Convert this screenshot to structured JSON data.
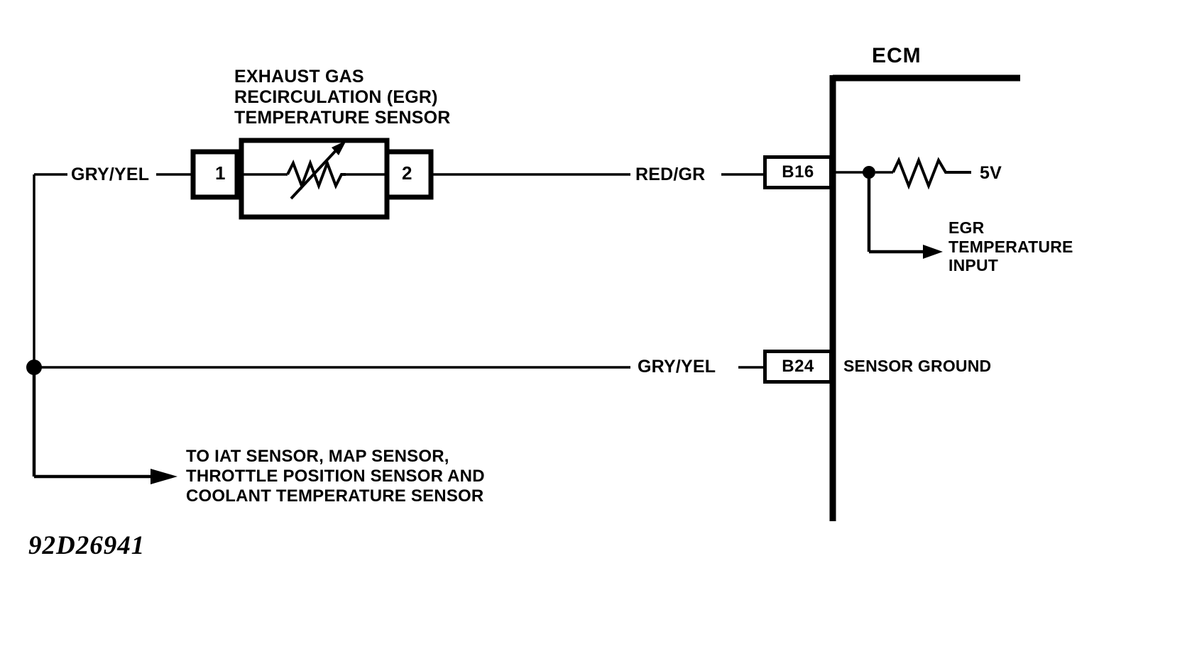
{
  "diagram": {
    "figure_id": "92D26941",
    "ecm_label": "ECM",
    "sensor": {
      "title_lines": [
        "EXHAUST GAS",
        "RECIRCULATION (EGR)",
        "TEMPERATURE SENSOR"
      ],
      "title": "EXHAUST GAS\nRECIRCULATION (EGR)\nTEMPERATURE SENSOR",
      "terminal_1": "1",
      "terminal_2": "2",
      "symbol": "variable-resistor-thermistor"
    },
    "wires": [
      {
        "label": "GRY/YEL",
        "from": "sensor terminal 1",
        "to": "sensor ground bus"
      },
      {
        "label": "RED/GR",
        "from": "sensor terminal 2",
        "to": "ECM pin B16"
      },
      {
        "label": "GRY/YEL",
        "from": "sensor ground bus",
        "to": "ECM pin B24"
      }
    ],
    "wire_label_top_left": "GRY/YEL",
    "wire_label_signal": "RED/GR",
    "wire_label_ground": "GRY/YEL",
    "ecm_pins": [
      {
        "id": "B16",
        "function": "EGR TEMPERATURE INPUT",
        "supply": "5V"
      },
      {
        "id": "B24",
        "function": "SENSOR GROUND"
      }
    ],
    "pin_b16": "B16",
    "pin_b24": "B24",
    "supply_label": "5V",
    "egr_input_lines": [
      "EGR",
      "TEMPERATURE",
      "INPUT"
    ],
    "egr_input_label": "EGR\nTEMPERATURE\nINPUT",
    "sensor_ground_label": "SENSOR GROUND",
    "shared_ground_note_lines": [
      "TO IAT SENSOR, MAP SENSOR,",
      "THROTTLE POSITION SENSOR AND",
      "COOLANT TEMPERATURE SENSOR"
    ],
    "shared_ground_note": "TO IAT SENSOR, MAP SENSOR,\nTHROTTLE POSITION SENSOR AND\nCOOLANT TEMPERATURE SENSOR",
    "colors": {
      "line": "#000000",
      "background": "#ffffff"
    }
  }
}
